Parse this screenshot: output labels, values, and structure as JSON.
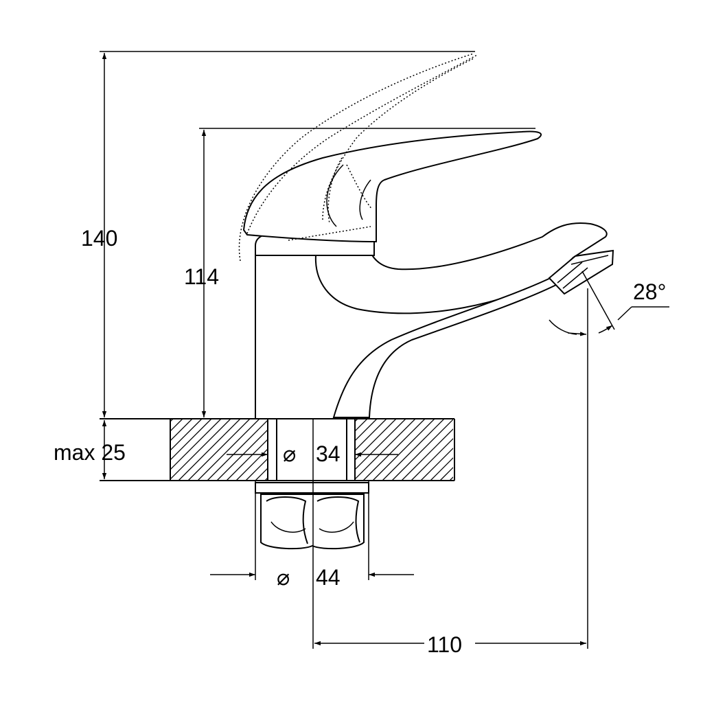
{
  "dimensions": {
    "total_height": "140",
    "body_height": "114",
    "max_thickness": "max 25",
    "hole_diameter": "34",
    "nut_diameter": "44",
    "spout_reach": "110",
    "aerator_angle": "28°"
  },
  "symbols": {
    "diameter": "⌀"
  }
}
